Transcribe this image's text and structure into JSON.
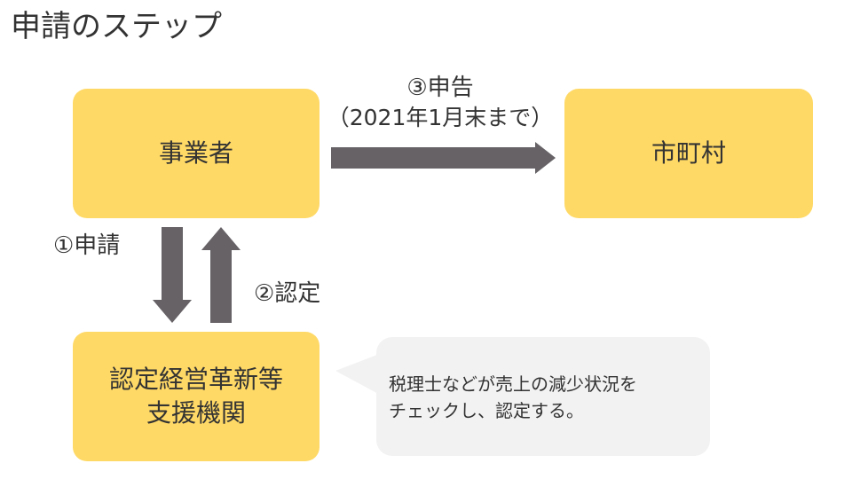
{
  "title": "申請のステップ",
  "nodes": {
    "business": "事業者",
    "municipality": "市町村",
    "agency_line1": "認定経営革新等",
    "agency_line2": "支援機関"
  },
  "edges": {
    "declare": "③申告",
    "declare_deadline": "（2021年1月末まで）",
    "apply": "①申請",
    "certify": "②認定"
  },
  "note": {
    "line1": "税理士などが売上の減少状況を",
    "line2": "チェックし、認定する。"
  },
  "colors": {
    "box_fill": "#ffd966",
    "arrow_fill": "#666266",
    "bubble_fill": "#f2f2f2",
    "text": "#333333"
  }
}
